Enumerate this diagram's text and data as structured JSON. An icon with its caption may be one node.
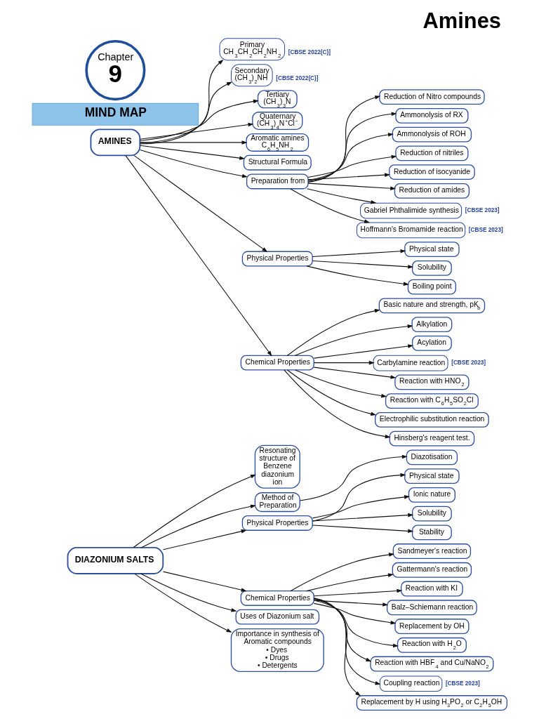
{
  "diagram": {
    "title": "Amines",
    "nodes": [
      {
        "text": [
          "Chapter",
          "9"
        ]
      },
      {
        "text": [
          "MIND MAP"
        ]
      },
      {
        "text": [
          "AMINES"
        ]
      },
      {
        "text": [
          "Primary",
          "CH$_{3}$CH$_{2}$CH$_{2}$NH$_{2}$"
        ],
        "beside": [
          "[CBSE 2022(C)]"
        ]
      },
      {
        "text": [
          "Secondary",
          "(CH$_{3}$)$_{2}$NH"
        ],
        "beside": [
          "[CBSE 2022(C)]"
        ]
      },
      {
        "text": [
          "Tertiary",
          "(CH$_{3}$)$_{3}$N"
        ]
      },
      {
        "text": [
          "Quaternary",
          "(CH$_{3}$)$_{4}$N$^{+}$Cl$^{−}$"
        ]
      },
      {
        "text": [
          "Aromatic amines",
          "C$_{6}$H$_{5}$NH$_{2}$"
        ]
      },
      {
        "text": [
          "Structural Formula"
        ]
      },
      {
        "text": [
          "Preparation from"
        ]
      },
      {
        "text": [
          "Reduction of Nitro compounds"
        ]
      },
      {
        "text": [
          "Ammonolysis of RX"
        ]
      },
      {
        "text": [
          "Ammonolysis of ROH"
        ]
      },
      {
        "text": [
          "Reduction of nitriles"
        ]
      },
      {
        "text": [
          "Reduction of isocyanide"
        ]
      },
      {
        "text": [
          "Reduction of amides"
        ]
      },
      {
        "text": [
          "Gabriel Phthalimide synthesis"
        ],
        "beside": [
          "[CBSE 2023]"
        ]
      },
      {
        "text": [
          "Hoffmann's Bromamide reaction"
        ],
        "beside": [
          "[CBSE 2023]"
        ]
      },
      {
        "text": [
          "Physical Properties"
        ]
      },
      {
        "text": [
          "Physical state"
        ]
      },
      {
        "text": [
          "Solubility"
        ]
      },
      {
        "text": [
          "Boiling point"
        ]
      },
      {
        "text": [
          "Chemical Properties"
        ]
      },
      {
        "text": [
          "Basic nature and strength, pK$_{b}$"
        ]
      },
      {
        "text": [
          "Alkylation"
        ]
      },
      {
        "text": [
          "Acylation"
        ]
      },
      {
        "text": [
          "Carbylamine reaction"
        ],
        "beside": [
          "[CBSE 2023]"
        ]
      },
      {
        "text": [
          "Reaction with HNO$_{2}$"
        ]
      },
      {
        "text": [
          "Reaction with C$_{6}$H$_{5}$SO$_{2}$Cl"
        ]
      },
      {
        "text": [
          "Electrophilic substitution reaction"
        ]
      },
      {
        "text": [
          "Hinsberg's reagent test."
        ]
      },
      {
        "text": [
          "DIAZONIUM SALTS"
        ]
      },
      {
        "text": [
          "Resonating structure of Benzene diazonium ion"
        ]
      },
      {
        "text": [
          "Method of Preparation"
        ]
      },
      {
        "text": [
          "Diazotisation"
        ]
      },
      {
        "text": [
          "Physical Properties"
        ]
      },
      {
        "text": [
          "Physical state"
        ]
      },
      {
        "text": [
          "Ionic nature"
        ]
      },
      {
        "text": [
          "Solubility"
        ]
      },
      {
        "text": [
          "Stability"
        ]
      },
      {
        "text": [
          "Chemical Properties"
        ]
      },
      {
        "text": [
          "Sandmeyer's reaction"
        ]
      },
      {
        "text": [
          "Gattermann's reaction"
        ]
      },
      {
        "text": [
          "Reaction with KI"
        ]
      },
      {
        "text": [
          "Balz–Schiemann reaction"
        ]
      },
      {
        "text": [
          "Replacement by OH"
        ]
      },
      {
        "text": [
          "Reaction with H$_{2}$O"
        ]
      },
      {
        "text": [
          "Reaction with HBF$_{4}$ and Cu/NaNO$_{2}$"
        ]
      },
      {
        "text": [
          "Coupling reaction"
        ],
        "beside": [
          "[CBSE 2023]"
        ]
      },
      {
        "text": [
          "Replacement by H using H$_{3}$PO$_{2}$ or C$_{2}$H$_{5}$OH"
        ]
      },
      {
        "text": [
          "Uses of Diazonium salt"
        ]
      },
      {
        "text": [
          "Importance in synthesis of Aromatic compounds",
          "• Dyes",
          "• Drugs",
          "• Detergents"
        ]
      }
    ],
    "edges": [
      {
        "from": 2,
        "to": 3,
        "arrow": "to"
      },
      {
        "from": 2,
        "to": 4,
        "arrow": "to"
      },
      {
        "from": 2,
        "to": 5,
        "arrow": "to"
      },
      {
        "from": 2,
        "to": 6,
        "arrow": "to"
      },
      {
        "from": 2,
        "to": 7,
        "arrow": "to"
      },
      {
        "from": 2,
        "to": 8,
        "arrow": "to"
      },
      {
        "from": 2,
        "to": 9,
        "arrow": "to"
      },
      {
        "from": 2,
        "to": 18,
        "arrow": "to"
      },
      {
        "from": 2,
        "to": 22,
        "arrow": "to"
      },
      {
        "from": 9,
        "to": 10,
        "arrow": "to"
      },
      {
        "from": 9,
        "to": 11,
        "arrow": "to"
      },
      {
        "from": 9,
        "to": 12,
        "arrow": "to"
      },
      {
        "from": 9,
        "to": 13,
        "arrow": "to"
      },
      {
        "from": 9,
        "to": 14,
        "arrow": "to"
      },
      {
        "from": 9,
        "to": 15,
        "arrow": "to"
      },
      {
        "from": 9,
        "to": 16,
        "arrow": "to"
      },
      {
        "from": 9,
        "to": 17,
        "arrow": "to"
      },
      {
        "from": 18,
        "to": 19,
        "arrow": "to"
      },
      {
        "from": 18,
        "to": 20,
        "arrow": "to"
      },
      {
        "from": 18,
        "to": 21,
        "arrow": "to"
      },
      {
        "from": 22,
        "to": 23,
        "arrow": "to"
      },
      {
        "from": 22,
        "to": 24,
        "arrow": "to"
      },
      {
        "from": 22,
        "to": 25,
        "arrow": "to"
      },
      {
        "from": 22,
        "to": 26,
        "arrow": "to"
      },
      {
        "from": 22,
        "to": 27,
        "arrow": "to"
      },
      {
        "from": 22,
        "to": 28,
        "arrow": "to"
      },
      {
        "from": 22,
        "to": 29,
        "arrow": "to"
      },
      {
        "from": 22,
        "to": 30,
        "arrow": "to"
      },
      {
        "from": 31,
        "to": 32,
        "arrow": "to"
      },
      {
        "from": 31,
        "to": 33,
        "arrow": "to"
      },
      {
        "from": 31,
        "to": 35,
        "arrow": "to"
      },
      {
        "from": 31,
        "to": 40,
        "arrow": "to"
      },
      {
        "from": 31,
        "to": 50,
        "arrow": "to"
      },
      {
        "from": 31,
        "to": 51,
        "arrow": "to"
      },
      {
        "from": 33,
        "to": 34,
        "arrow": "to"
      },
      {
        "from": 35,
        "to": 36,
        "arrow": "to"
      },
      {
        "from": 35,
        "to": 37,
        "arrow": "to"
      },
      {
        "from": 35,
        "to": 38,
        "arrow": "to"
      },
      {
        "from": 35,
        "to": 39,
        "arrow": "to"
      },
      {
        "from": 40,
        "to": 41,
        "arrow": "to"
      },
      {
        "from": 40,
        "to": 42,
        "arrow": "to"
      },
      {
        "from": 40,
        "to": 43,
        "arrow": "to"
      },
      {
        "from": 40,
        "to": 44,
        "arrow": "to"
      },
      {
        "from": 40,
        "to": 45,
        "arrow": "to"
      },
      {
        "from": 40,
        "to": 46,
        "arrow": "to"
      },
      {
        "from": 40,
        "to": 47,
        "arrow": "to"
      },
      {
        "from": 40,
        "to": 48,
        "arrow": "to"
      },
      {
        "from": 40,
        "to": 49,
        "arrow": "to"
      }
    ]
  }
}
